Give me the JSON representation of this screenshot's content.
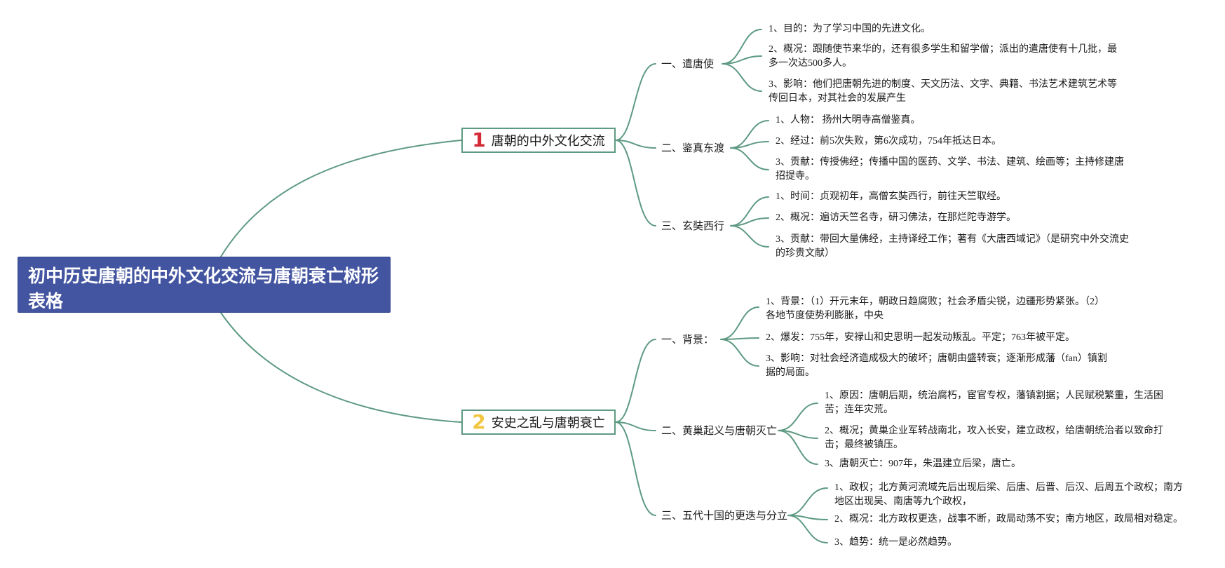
{
  "root": {
    "title": "初中历史唐朝的中外文化交流与唐朝衰亡树形表格"
  },
  "accent": {
    "line": "#5e9a82",
    "root_fill": "#4355a0",
    "number1": "#d42a35",
    "number2": "#f3c640"
  },
  "topics": [
    {
      "number": "1",
      "title": "唐朝的中外文化交流",
      "subs": [
        {
          "label": "一、遣唐使",
          "leaves": [
            "1、目的：为了学习中国的先进文化。",
            "2、概况：跟随使节来华的，还有很多学生和留学僧；派出的遣唐使有十几批，最多一次达500多人。",
            "3、影响：他们把唐朝先进的制度、天文历法、文字、典籍、书法艺术建筑艺术等传回日本，对其社会的发展产生"
          ]
        },
        {
          "label": "二、鉴真东渡",
          "leaves": [
            "1、人物： 扬州大明寺高僧鉴真。",
            "2、经过：前5次失败，第6次成功，754年抵达日本。",
            "3、贡献：传授佛经；传播中国的医药、文学、书法、建筑、绘画等；主持修建唐招提寺。"
          ]
        },
        {
          "label": "三、玄奘西行",
          "leaves": [
            "1、时间：贞观初年，高僧玄奘西行，前往天竺取经。",
            "2、概况：遍访天竺名寺，研习佛法，在那烂陀寺游学。",
            "3、贡献：带回大量佛经，主持译经工作；著有《大唐西域记》（是研究中外交流史的珍贵文献）"
          ]
        }
      ]
    },
    {
      "number": "2",
      "title": "安史之乱与唐朝衰亡",
      "subs": [
        {
          "label": "一、背景：",
          "leaves": [
            "1、背景：（1）开元末年，朝政日趋腐败；社会矛盾尖锐，边疆形势紧张。（2）各地节度使势利膨胀，中央",
            "2、爆发：755年，安禄山和史思明一起发动叛乱。平定；763年被平定。",
            "3、影响：对社会经济造成极大的破坏；唐朝由盛转衰；逐渐形成藩（fan）镇割据的局面。"
          ]
        },
        {
          "label": "二、黄巢起义与唐朝灭亡",
          "leaves": [
            "1、原因：唐朝后期，统治腐朽，宦官专权，藩镇割据；人民赋税繁重，生活困苦；连年灾荒。",
            "2、概况；黄巢企业军转战南北，攻入长安，建立政权，给唐朝统治者以致命打击；最终被镇压。",
            "3、唐朝灭亡：907年，朱温建立后梁，唐亡。"
          ]
        },
        {
          "label": "三、五代十国的更迭与分立",
          "leaves": [
            "1、政权；北方黄河流域先后出现后梁、后唐、后晋、后汉、后周五个政权；南方地区出现吴、南唐等九个政权，",
            "2、概况：北方政权更迭，战事不断，政局动荡不安；南方地区，政局相对稳定。",
            "3、趋势：统一是必然趋势。"
          ]
        }
      ]
    }
  ]
}
